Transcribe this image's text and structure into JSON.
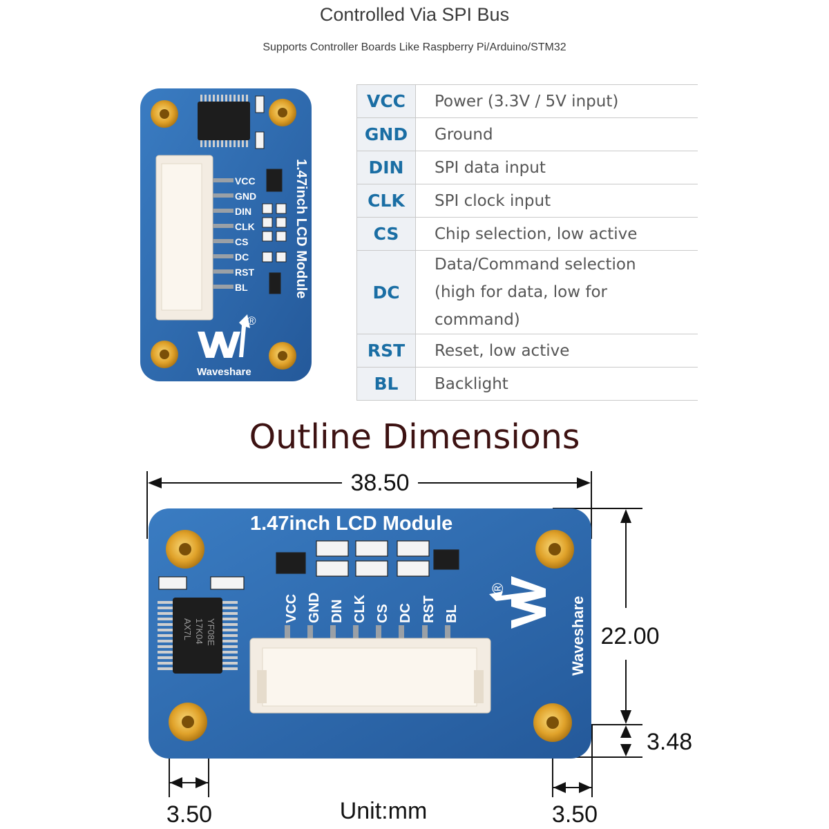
{
  "header": {
    "title": "Controlled Via SPI Bus",
    "subtitle": "Supports Controller Boards Like Raspberry Pi/Arduino/STM32"
  },
  "pins": [
    {
      "name": "VCC",
      "description": [
        "Power (3.3V / 5V input)"
      ]
    },
    {
      "name": "GND",
      "description": [
        "Ground"
      ]
    },
    {
      "name": "DIN",
      "description": [
        "SPI data input"
      ]
    },
    {
      "name": "CLK",
      "description": [
        "SPI clock input"
      ]
    },
    {
      "name": "CS",
      "description": [
        "Chip selection, low active"
      ]
    },
    {
      "name": "DC",
      "description": [
        "Data/Command selection",
        "(high for data, low for command)"
      ]
    },
    {
      "name": "RST",
      "description": [
        "Reset, low active"
      ]
    },
    {
      "name": "BL",
      "description": [
        "Backlight"
      ]
    }
  ],
  "board": {
    "label": "1.47inch LCD Module",
    "brand": "Waveshare",
    "registered_mark": "®",
    "chip_text": [
      "YF08E",
      "17K04",
      "AX7L"
    ]
  },
  "outline": {
    "title": "Outline Dimensions",
    "width": "38.50",
    "height": "22.00",
    "hole_offset_y": "3.48",
    "hole_offset_left": "3.50",
    "hole_offset_right": "3.50",
    "unit": "Unit:mm"
  },
  "colors": {
    "board_blue": "#2f6fb3",
    "pin_label": "#1a6ea4",
    "header_cream": "#f3ece2",
    "gold": "#e2a92e",
    "title_dark": "#3d1212"
  }
}
